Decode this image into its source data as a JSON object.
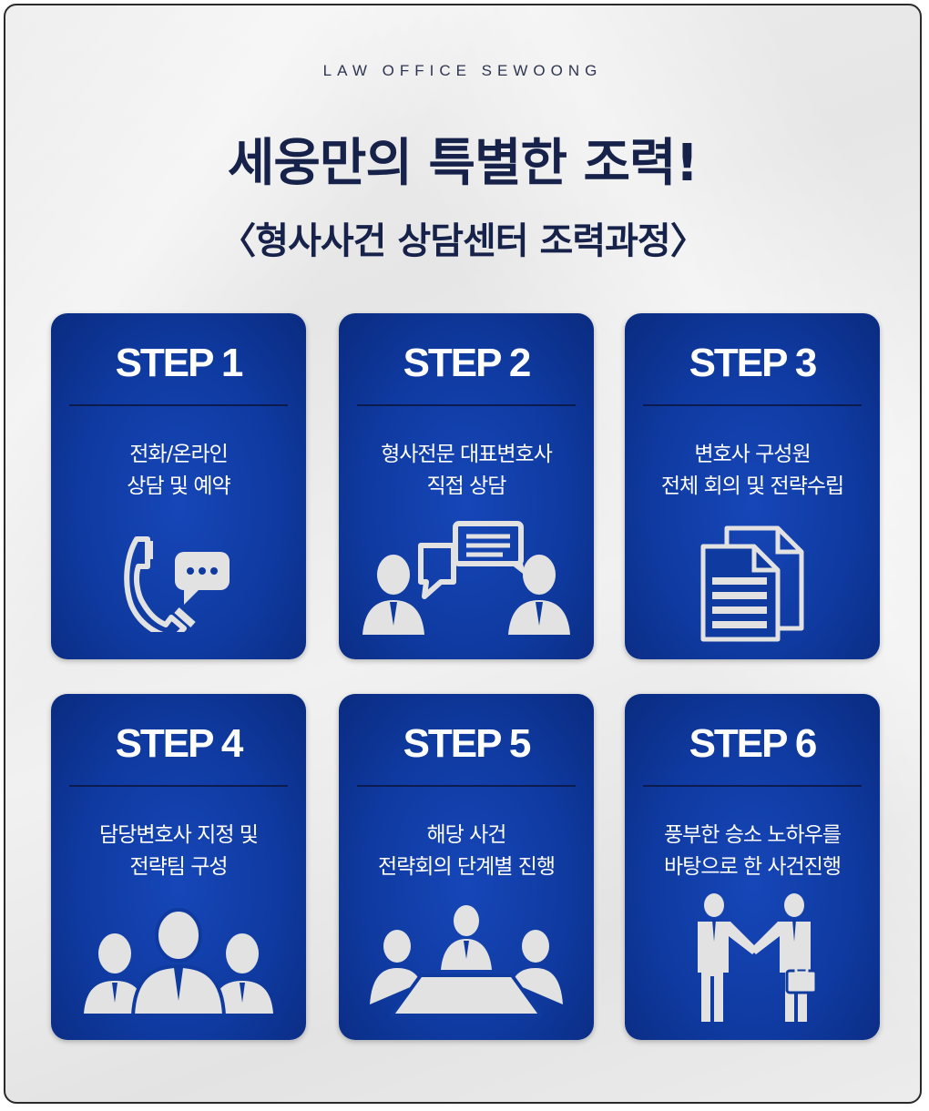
{
  "brand": "LAW OFFICE SEWOONG",
  "title": "세웅만의 특별한 조력!",
  "subtitle": "〈형사사건 상담센터 조력과정〉",
  "colors": {
    "card_blue": "#0f3aa0",
    "title_navy": "#17224a",
    "icon_gray": "#e2e2e2"
  },
  "steps": [
    {
      "label": "STEP 1",
      "line1": "전화/온라인",
      "line2": "상담 및 예약",
      "icon": "phone-chat-icon"
    },
    {
      "label": "STEP 2",
      "line1": "형사전문 대표변호사",
      "line2": "직접 상담",
      "icon": "consultation-icon"
    },
    {
      "label": "STEP 3",
      "line1": "변호사 구성원",
      "line2": "전체 회의 및 전략수립",
      "icon": "documents-icon"
    },
    {
      "label": "STEP 4",
      "line1": "담당변호사 지정 및",
      "line2": "전략팀 구성",
      "icon": "team-icon"
    },
    {
      "label": "STEP 5",
      "line1": "해당 사건",
      "line2": "전략회의 단계별 진행",
      "icon": "meeting-table-icon"
    },
    {
      "label": "STEP 6",
      "line1": "풍부한 승소 노하우를",
      "line2": "바탕으로 한 사건진행",
      "icon": "handshake-icon"
    }
  ]
}
